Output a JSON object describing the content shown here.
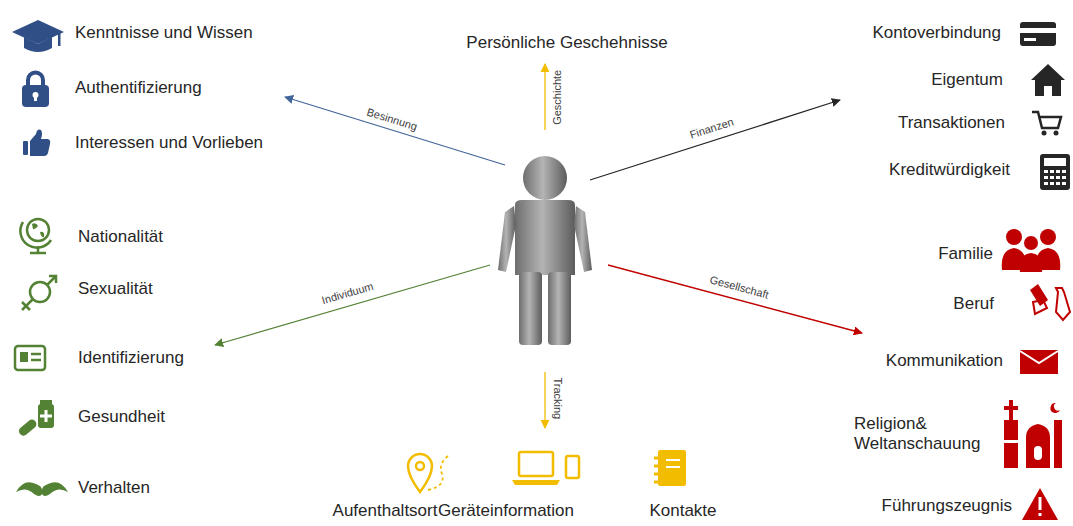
{
  "diagram": {
    "labels": [
      "Kenntnisse und Wissen",
      "Authentifizierung",
      "Interessen und Vorlieben",
      "Persönliche Geschehnisse",
      "Geschichte",
      "Besinnung",
      "Finanzen",
      "Kontoverbindung",
      "Eigentum",
      "Transaktionen",
      "Kreditwürdigkeit",
      "Nationalität",
      "Sexualität",
      "Identifizierung",
      "Gesundheit",
      "Verhalten",
      "Individuum",
      "Gesellschaft",
      "Tracking",
      "Familie",
      "Beruf",
      "Kommunikation",
      "Religion& Weltanschauung",
      "Führungszeugnis",
      "Aufenthaltsort",
      "Geräteinformation",
      "Kontakte"
    ]
  }
}
